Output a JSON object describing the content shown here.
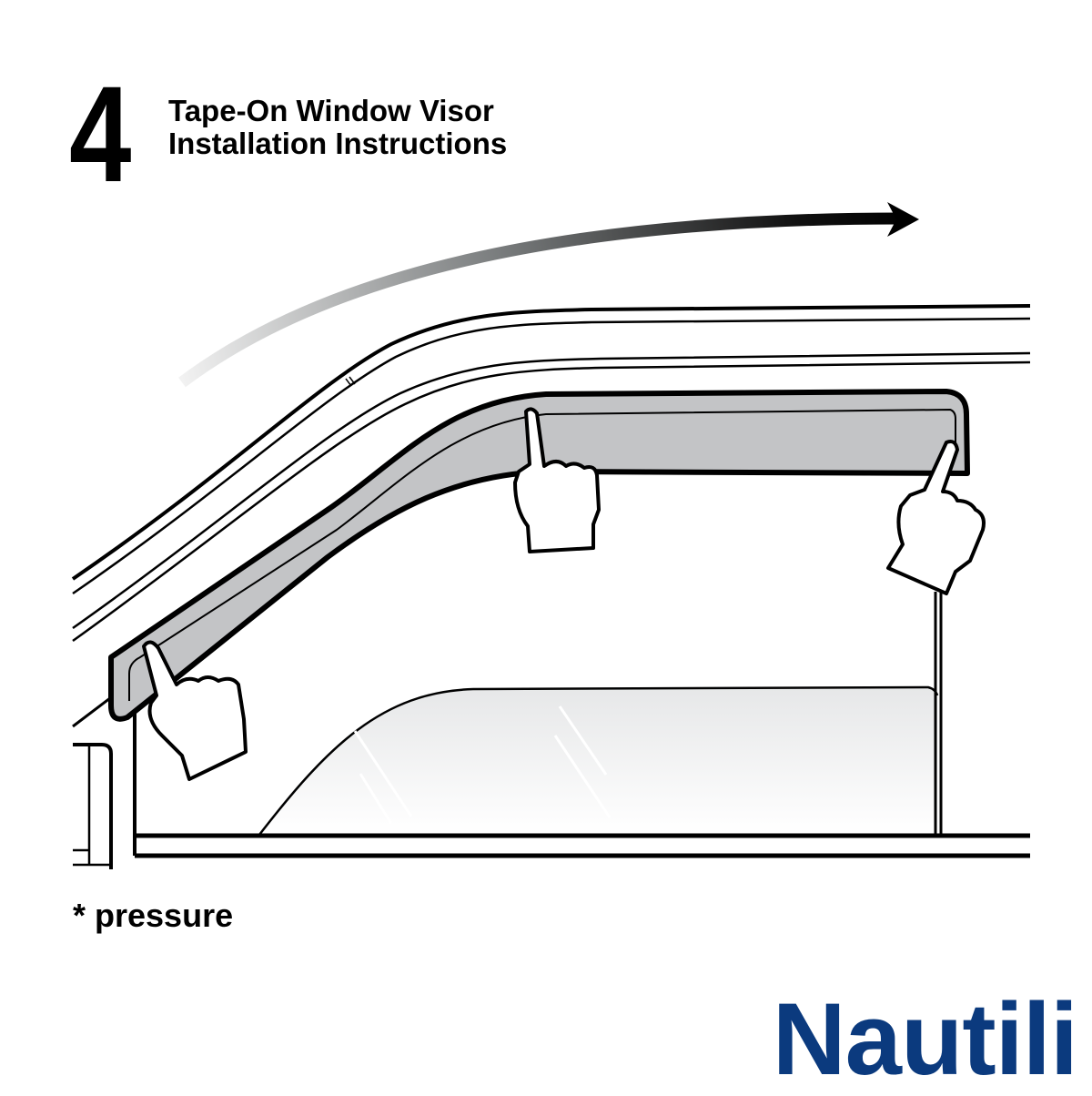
{
  "header": {
    "step_number": "4",
    "title_line1": "Tape-On Window Visor",
    "title_line2": "Installation Instructions"
  },
  "illustration": {
    "subject": "car-door-window-with-tape-on-visor",
    "direction_arrow": "arrow-right-curved",
    "hand_icons": [
      "pointing-hand-front",
      "pointing-hand-middle",
      "pointing-hand-rear"
    ],
    "colors": {
      "visor_fill": "#c3c4c6",
      "outline": "#000000",
      "arrow_start": "#eeeeee",
      "arrow_end": "#000000",
      "glass_top": "#e6e7e8",
      "glass_bottom": "#ffffff"
    }
  },
  "legend": {
    "text": "* pressure"
  },
  "brand": {
    "name": "Nautili",
    "color": "#0b3a7e"
  }
}
